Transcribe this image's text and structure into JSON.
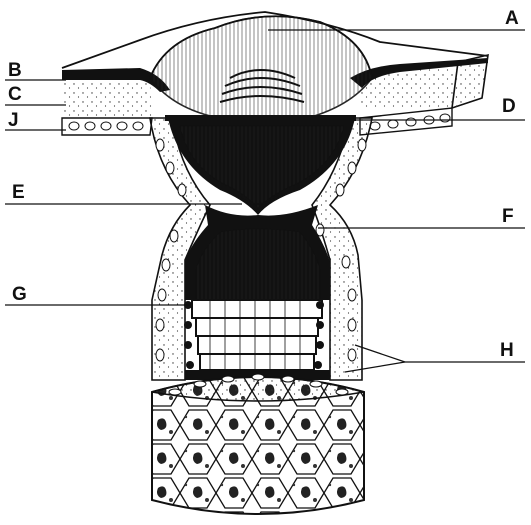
{
  "labels": {
    "A": "A",
    "B": "B",
    "C": "C",
    "D": "D",
    "E": "E",
    "F": "F",
    "G": "G",
    "H": "H",
    "J": "J"
  },
  "colors": {
    "ink": "#111111",
    "paper": "#ffffff"
  }
}
